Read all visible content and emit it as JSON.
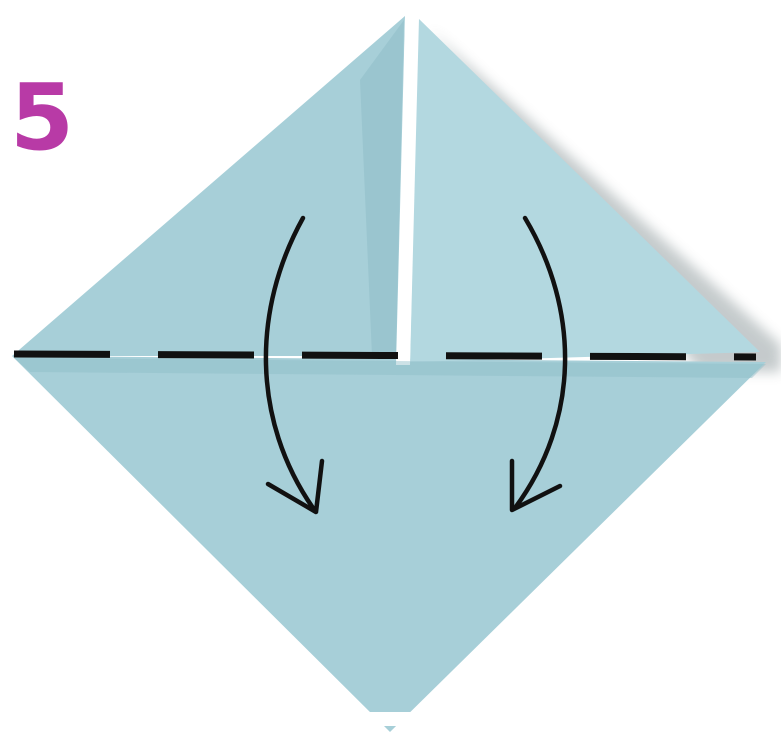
{
  "step": {
    "number": "5",
    "number_color": "#b83aa6"
  },
  "colors": {
    "paper": "#a7cfd8",
    "paper_light": "#b3d8e0",
    "paper_shade": "#8fbdc8",
    "fold_gap": "#ffffff",
    "shadow": "#7f8c8f",
    "line": "#111111"
  },
  "figure": {
    "subject": "origami-square-base",
    "fold_line": "dashed",
    "fold_direction": "down",
    "arrows": [
      "arrow-left-down",
      "arrow-right-down"
    ]
  }
}
